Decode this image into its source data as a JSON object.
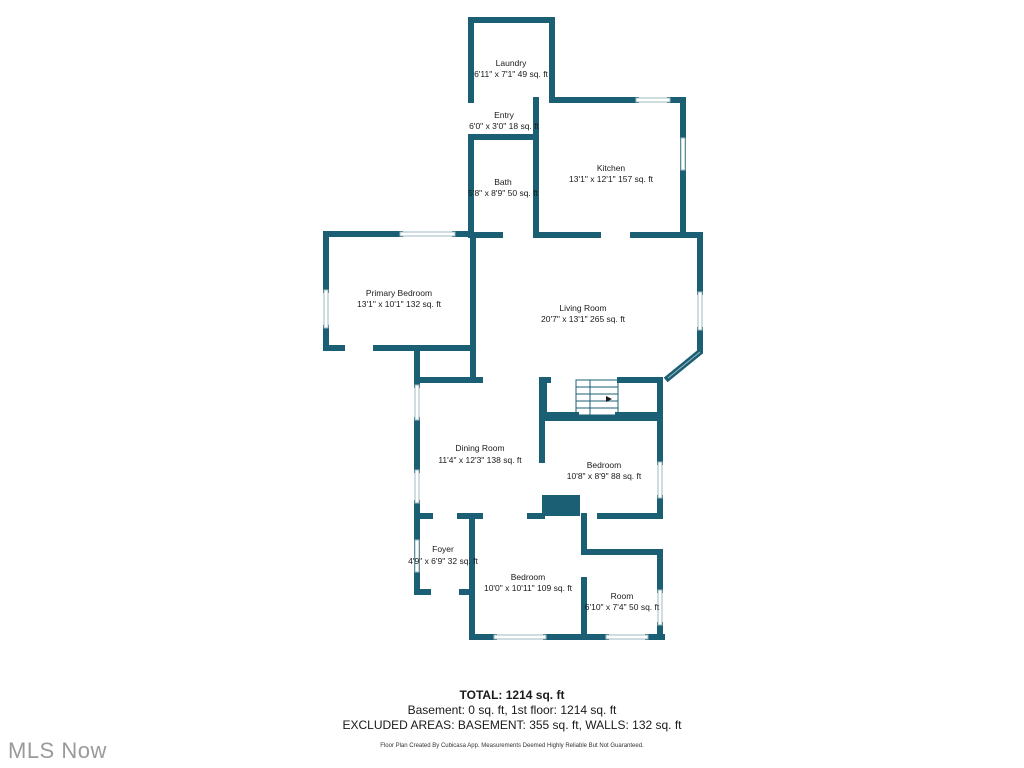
{
  "rooms": [
    {
      "id": "laundry",
      "name": "Laundry",
      "dims": "6'11\" x 7'1\" 49 sq. ft"
    },
    {
      "id": "entry",
      "name": "Entry",
      "dims": "6'0\" x 3'0\" 18 sq. ft"
    },
    {
      "id": "kitchen",
      "name": "Kitchen",
      "dims": "13'1\" x 12'1\" 157 sq. ft"
    },
    {
      "id": "bath",
      "name": "Bath",
      "dims": "5'8\" x 8'9\" 50 sq. ft"
    },
    {
      "id": "primary_bedroom",
      "name": "Primary Bedroom",
      "dims": "13'1\" x 10'1\" 132 sq. ft"
    },
    {
      "id": "living_room",
      "name": "Living Room",
      "dims": "20'7\" x 13'1\" 265 sq. ft"
    },
    {
      "id": "dining_room",
      "name": "Dining Room",
      "dims": "11'4\" x 12'3\" 138 sq. ft"
    },
    {
      "id": "bedroom_1",
      "name": "Bedroom",
      "dims": "10'8\" x 8'9\" 88 sq. ft"
    },
    {
      "id": "foyer",
      "name": "Foyer",
      "dims": "4'9\" x 6'9\" 32 sq. ft"
    },
    {
      "id": "bedroom_2",
      "name": "Bedroom",
      "dims": "10'0\" x 10'11\" 109 sq. ft"
    },
    {
      "id": "room",
      "name": "Room",
      "dims": "6'10\" x 7'4\" 50 sq. ft"
    }
  ],
  "summary": {
    "total": "TOTAL: 1214 sq. ft",
    "floors": "Basement: 0 sq. ft, 1st floor: 1214 sq. ft",
    "excluded": "EXCLUDED AREAS: BASEMENT: 355 sq. ft, WALLS: 132 sq. ft"
  },
  "disclaimer": "Floor Plan Created By Cubicasa App. Measurements Deemed Highly Reliable But Not Guaranteed.",
  "logo": "MLS Now",
  "colors": {
    "wall": "#1b5f74",
    "background": "#ffffff"
  }
}
